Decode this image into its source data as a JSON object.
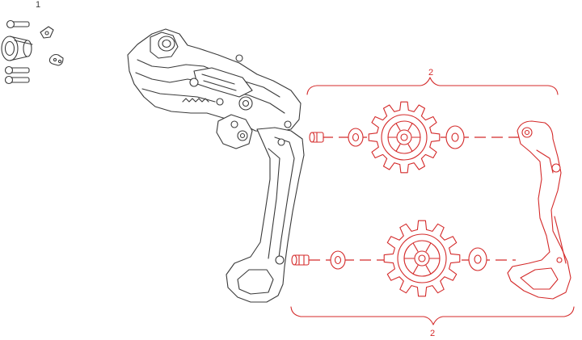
{
  "callouts": {
    "hardware_group": "1",
    "pulley_group_top": "2",
    "pulley_group_bottom": "2"
  },
  "colors": {
    "line": "#3a3a3a",
    "highlight": "#d42a2a",
    "background": "#ffffff"
  }
}
